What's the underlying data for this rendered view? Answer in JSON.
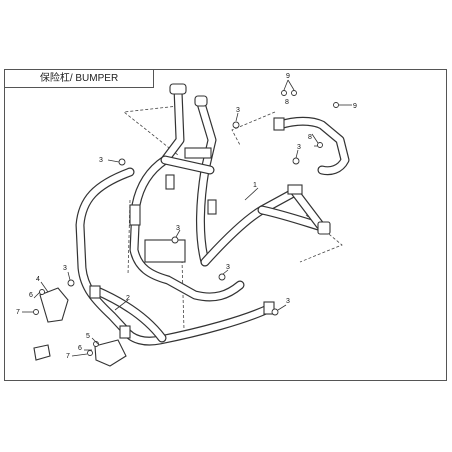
{
  "title": "保险杠/ BUMPER",
  "callouts": {
    "c1": "1",
    "c2": "2",
    "c3a": "3",
    "c3b": "3",
    "c3c": "3",
    "c3d": "3",
    "c3e": "3",
    "c3f": "3",
    "c3g": "3",
    "c4": "4",
    "c5": "5",
    "c6a": "6",
    "c6b": "6",
    "c7a": "7",
    "c7b": "7",
    "c8a": "8",
    "c8b": "8",
    "c9a": "9",
    "c9b": "9"
  }
}
